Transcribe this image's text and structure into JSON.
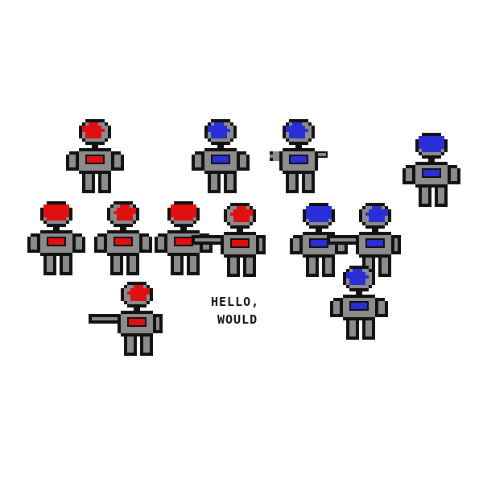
{
  "dialogue": {
    "line1": "HELLO,",
    "line2": "WOULD"
  },
  "colors": {
    "background": "#ffffff",
    "outline": "#111111",
    "body": "#8c8c8c",
    "team_red": "#e01010",
    "team_blue": "#2a2ed6"
  },
  "robots": [
    {
      "team": "red",
      "pose": "idle",
      "facing": "left"
    },
    {
      "team": "blue",
      "pose": "idle",
      "facing": "left"
    },
    {
      "team": "blue",
      "pose": "pointing",
      "facing": "left"
    },
    {
      "team": "blue",
      "pose": "idle",
      "facing": "front"
    },
    {
      "team": "red",
      "pose": "idle",
      "facing": "front"
    },
    {
      "team": "red",
      "pose": "idle",
      "facing": "right"
    },
    {
      "team": "red",
      "pose": "idle",
      "facing": "front"
    },
    {
      "team": "red",
      "pose": "pointing",
      "facing": "right"
    },
    {
      "team": "blue",
      "pose": "idle",
      "facing": "front"
    },
    {
      "team": "blue",
      "pose": "pointing",
      "facing": "right"
    },
    {
      "team": "red",
      "pose": "pointing",
      "facing": "right"
    },
    {
      "team": "blue",
      "pose": "idle",
      "facing": "left"
    }
  ]
}
